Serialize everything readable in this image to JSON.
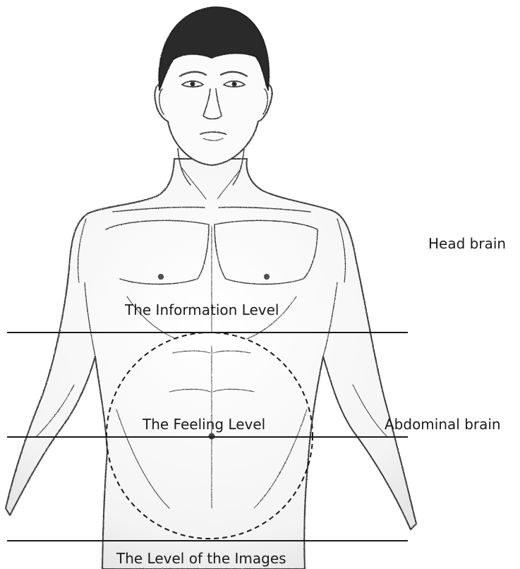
{
  "illustration": {
    "subject": "human-torso-drawing",
    "style": "pencil-sketch",
    "stroke_color": "#3a3a3a",
    "hair_color": "#2a2a2a",
    "line_color": "#1a1a1a"
  },
  "levels": [
    {
      "label": "The Information Level"
    },
    {
      "label": "The Feeling Level"
    },
    {
      "label": "The Level of the Images"
    }
  ],
  "side_labels": {
    "head": "Head brain",
    "abdominal": "Abdominal brain"
  }
}
